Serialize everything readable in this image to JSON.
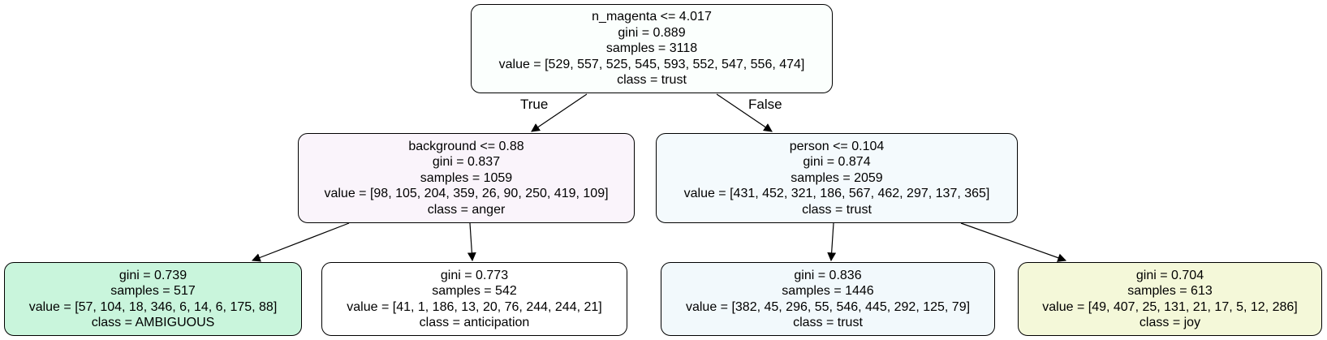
{
  "colors": {
    "root": "#fbfffd",
    "background_split": "#faf4fb",
    "person_split": "#f4fafd",
    "leaf_ambiguous": "#c9f5dc",
    "leaf_anticipation": "#ffffff",
    "leaf_trust": "#f2f9fc",
    "leaf_joy": "#f4f8d9",
    "border": "#000000",
    "edge": "#000000"
  },
  "tree": {
    "root": {
      "split": "n_magenta <= 4.017",
      "gini": "gini = 0.889",
      "samples": "samples = 3118",
      "value": "value = [529, 557, 525, 545, 593, 552, 547, 556, 474]",
      "class": "class = trust"
    },
    "left": {
      "split": "background <= 0.88",
      "gini": "gini = 0.837",
      "samples": "samples = 1059",
      "value": "value = [98, 105, 204, 359, 26, 90, 250, 419, 109]",
      "class": "class = anger"
    },
    "right": {
      "split": "person <= 0.104",
      "gini": "gini = 0.874",
      "samples": "samples = 2059",
      "value": "value = [431, 452, 321, 186, 567, 462, 297, 137, 365]",
      "class": "class = trust"
    },
    "leaf_1": {
      "gini": "gini = 0.739",
      "samples": "samples = 517",
      "value": "value = [57, 104, 18, 346, 6, 14, 6, 175, 88]",
      "class": "class = AMBIGUOUS"
    },
    "leaf_2": {
      "gini": "gini = 0.773",
      "samples": "samples = 542",
      "value": "value = [41, 1, 186, 13, 20, 76, 244, 244, 21]",
      "class": "class = anticipation"
    },
    "leaf_3": {
      "gini": "gini = 0.836",
      "samples": "samples = 1446",
      "value": "value = [382, 45, 296, 55, 546, 445, 292, 125, 79]",
      "class": "class = trust"
    },
    "leaf_4": {
      "gini": "gini = 0.704",
      "samples": "samples = 613",
      "value": "value = [49, 407, 25, 131, 21, 17, 5, 12, 286]",
      "class": "class = joy"
    }
  },
  "edge_labels": {
    "true": "True",
    "false": "False"
  }
}
